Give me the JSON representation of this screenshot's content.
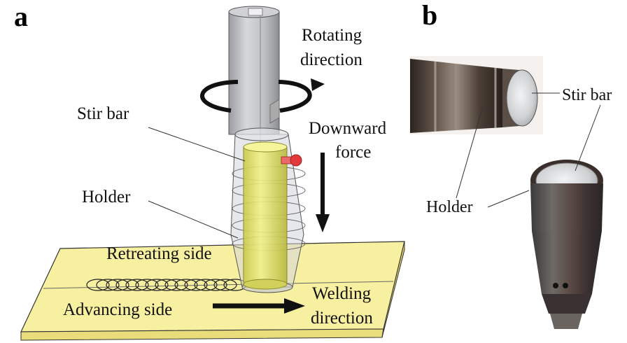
{
  "panels": {
    "a": "a",
    "b": "b"
  },
  "diagram": {
    "rotating": "Rotating",
    "direction": "direction",
    "downward": "Downward",
    "force": "force",
    "stir_bar": "Stir bar",
    "holder": "Holder",
    "retreating_side": "Retreating side",
    "advancing_side": "Advancing side",
    "welding": "Welding",
    "welding_direction": "direction"
  },
  "photo": {
    "stir_bar": "Stir bar",
    "holder": "Holder"
  },
  "colors": {
    "workpiece": "#f7f0a0",
    "stir_bar": "#e3e36a",
    "holder_glass": "#d4d6da",
    "pin_red": "#e23a3a",
    "tool_dark": "#4a4038",
    "metal_face": "#d8dadc"
  }
}
